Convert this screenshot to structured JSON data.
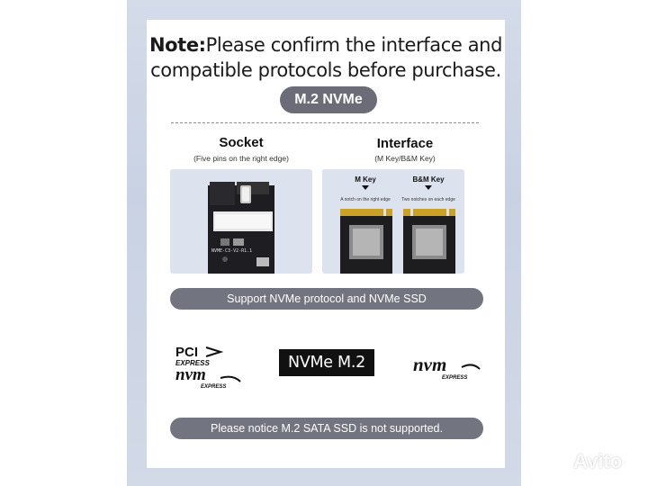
{
  "note": {
    "prefix": "Note:",
    "line1_rest": "Please confirm the interface and",
    "line2": "compatible protocols before purchase."
  },
  "badge": "M.2 NVMe",
  "socket": {
    "title": "Socket",
    "subtitle": "(Five pins on the right edge)",
    "board_label": "NVME-C3-V2-R1.1"
  },
  "interface": {
    "title": "Interface",
    "subtitle": "(M Key/B&M Key)",
    "mkey_label": "M Key",
    "bmkey_label": "B&M Key",
    "mkey_note": "A notch on the right edge",
    "bmkey_note": "Two notches on each edge"
  },
  "support_text": "Support NVMe protocol and NVMe SSD",
  "logos": {
    "pci_text": "PCI",
    "express_text": "EXPRESS",
    "nvm_text": "nvm",
    "nvm_express_text": "EXPRESS",
    "nvme_m2": "NVMe M.2"
  },
  "notice_text": "Please notice M.2 SATA SSD is not supported.",
  "watermark": "Avito"
}
